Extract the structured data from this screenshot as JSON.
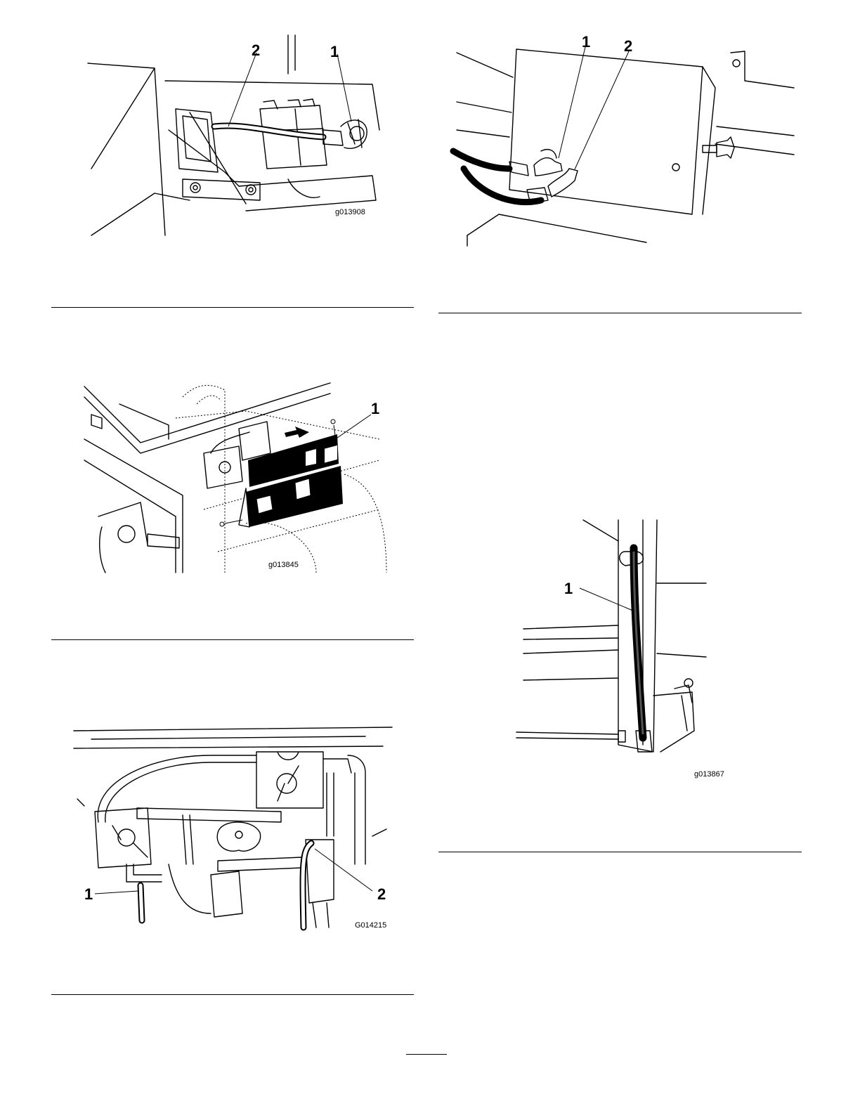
{
  "figures": {
    "fig1": {
      "callouts": [
        "1",
        "2"
      ],
      "code": "g013908"
    },
    "fig2": {
      "callouts": [
        "1"
      ],
      "code": "g013845"
    },
    "fig3": {
      "callouts": [
        "1",
        "2"
      ],
      "code": "G014215"
    },
    "fig4": {
      "callouts": [
        "1",
        "2"
      ],
      "code": ""
    },
    "fig5": {
      "callouts": [
        "1"
      ],
      "code": "g013867"
    }
  }
}
